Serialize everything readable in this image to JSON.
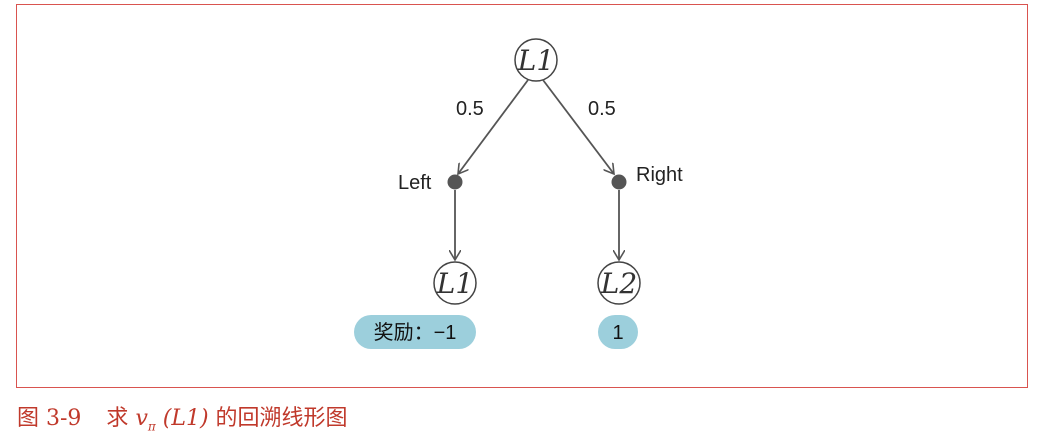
{
  "diagram": {
    "root": {
      "label": "L1"
    },
    "branches": [
      {
        "prob": "0.5",
        "action": "Left",
        "target": "L1",
        "reward": "奖励：−1"
      },
      {
        "prob": "0.5",
        "action": "Right",
        "target": "L2",
        "reward": "1"
      }
    ]
  },
  "caption": {
    "figure_number": "图 3-9",
    "text_prefix": "求",
    "v": "v",
    "pi": "π",
    "arg": "(L1)",
    "text_suffix": "的回溯线形图"
  },
  "colors": {
    "frame": "#d9534f",
    "caption": "#c0392b",
    "reward_badge": "#9ccfdc",
    "action_dot": "#555555",
    "edge": "#555555"
  }
}
